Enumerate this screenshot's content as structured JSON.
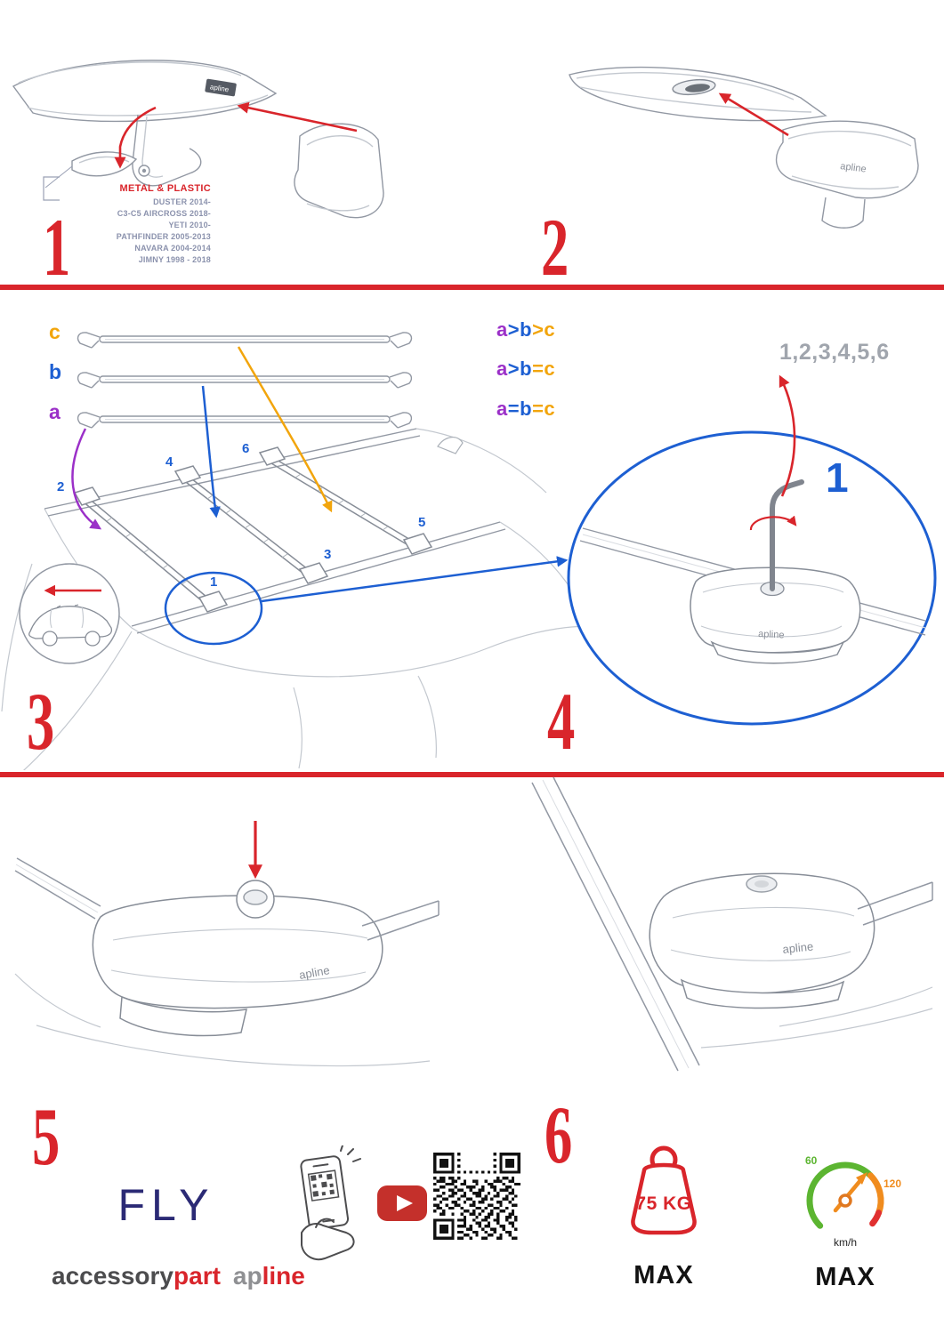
{
  "colors": {
    "accent_red": "#d9252b",
    "accent_blue": "#1d5fd2",
    "accent_purple": "#9b30c8",
    "accent_orange": "#f2a50c",
    "sketch_gray": "#9298a3",
    "brand_navy": "#2b2a75",
    "speed_green": "#5cb531",
    "speed_orange": "#f08c1e"
  },
  "product": {
    "logo": "apline"
  },
  "panels": {
    "p1": {
      "num": "1",
      "material": "METAL & PLASTIC",
      "models": [
        "DUSTER 2014-",
        "C3-C5 AIRCROSS 2018-",
        "YETI 2010-",
        "PATHFINDER 2005-2013",
        "NAVARA 2004-2014",
        "JIMNY 1998 - 2018"
      ]
    },
    "p2": {
      "num": "2"
    },
    "p3": {
      "num": "3",
      "labels": {
        "a": "a",
        "b": "b",
        "c": "c"
      },
      "relations": {
        "r1": {
          "l1": "a",
          "o1": ">",
          "l2": "b",
          "o2": ">",
          "l3": "c"
        },
        "r2": {
          "l1": "a",
          "o1": ">",
          "l2": "b",
          "o2": "=",
          "l3": "c"
        },
        "r3": {
          "l1": "a",
          "o1": "=",
          "l2": "b",
          "o2": "=",
          "l3": "c"
        }
      },
      "positions": {
        "n1": "1",
        "n2": "2",
        "n3": "3",
        "n4": "4",
        "n5": "5",
        "n6": "6"
      }
    },
    "p4": {
      "num": "4",
      "sequence": "1,2,3,4,5,6",
      "step": "1"
    },
    "p5": {
      "num": "5"
    },
    "p6": {
      "num": "6"
    }
  },
  "footer": {
    "fly": "FLY",
    "accessory": "accessory",
    "part": "part",
    "ap": "ap",
    "line": "line",
    "weight_value": "75 KG",
    "weight_max": "MAX",
    "speed_low": "60",
    "speed_high": "120",
    "speed_unit": "km/h",
    "speed_max": "MAX"
  }
}
